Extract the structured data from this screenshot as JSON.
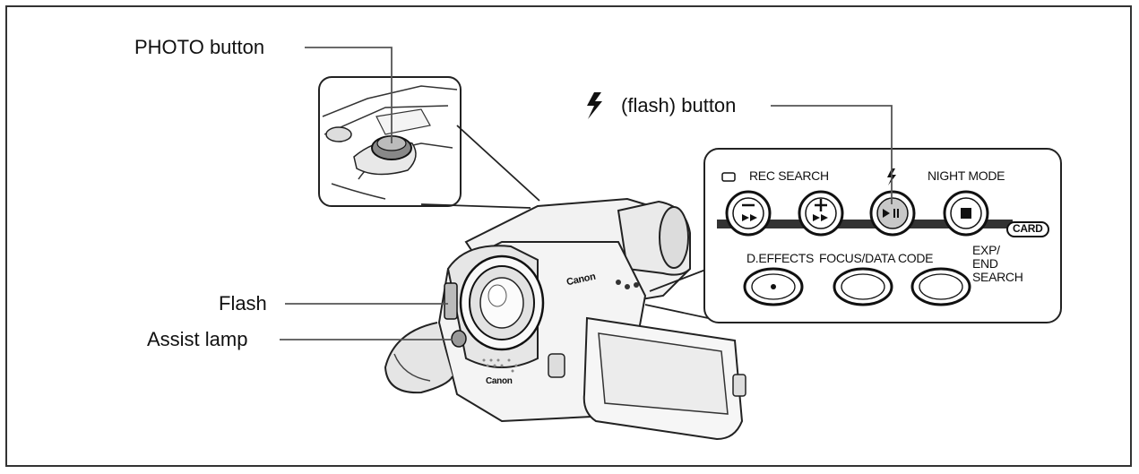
{
  "labels": {
    "photo_button": "PHOTO button",
    "flash_button": "(flash) button",
    "flash": "Flash",
    "assist_lamp": "Assist lamp"
  },
  "panel": {
    "rec_search": "REC SEARCH",
    "night_mode": "NIGHT MODE",
    "card": "CARD",
    "d_effects": "D.EFFECTS",
    "focus_data_code": "FOCUS/DATA CODE",
    "exp": "EXP/",
    "end": "END",
    "search": "SEARCH"
  },
  "camera": {
    "brand": "Canon",
    "brand_front": "Canon"
  },
  "icons": {
    "flash": "lightning-bolt-icon",
    "minus_rewind": "minus-rewind-icon",
    "plus_fastforward": "plus-fastforward-icon",
    "play_pause": "play-pause-icon",
    "stop": "stop-icon",
    "card_lamp": "card-icon"
  }
}
